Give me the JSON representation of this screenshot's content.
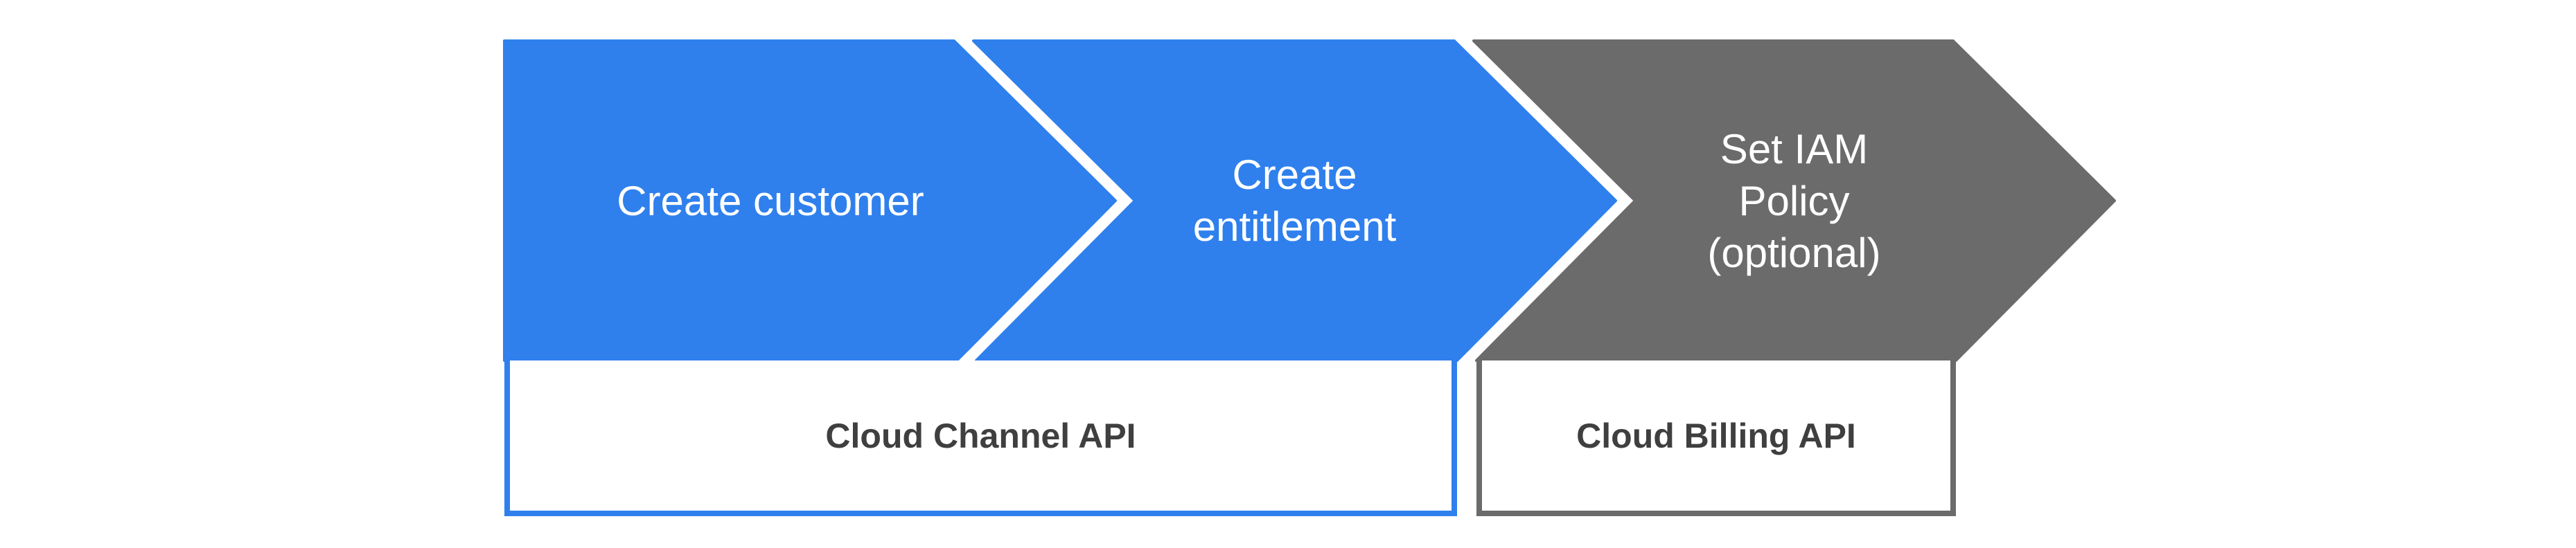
{
  "colors": {
    "step_blue": "#2F80ED",
    "step_gray": "#6B6B6B",
    "step_label_text": "#FFFFFF",
    "api_box_fill": "#FFFFFF",
    "api_label_text": "#3F3F3F",
    "background": "#FFFFFF"
  },
  "steps": [
    {
      "label": "Create customer",
      "lines": [
        "Create customer"
      ],
      "color": "blue"
    },
    {
      "label": "Create entitlement",
      "lines": [
        "Create",
        "entitlement"
      ],
      "color": "blue"
    },
    {
      "label": "Set IAM Policy (optional)",
      "lines": [
        "Set IAM",
        "Policy",
        "(optional)"
      ],
      "color": "gray"
    }
  ],
  "api_layers": [
    {
      "label": "Cloud Channel API",
      "color": "blue"
    },
    {
      "label": "Cloud Billing API",
      "color": "gray"
    }
  ]
}
